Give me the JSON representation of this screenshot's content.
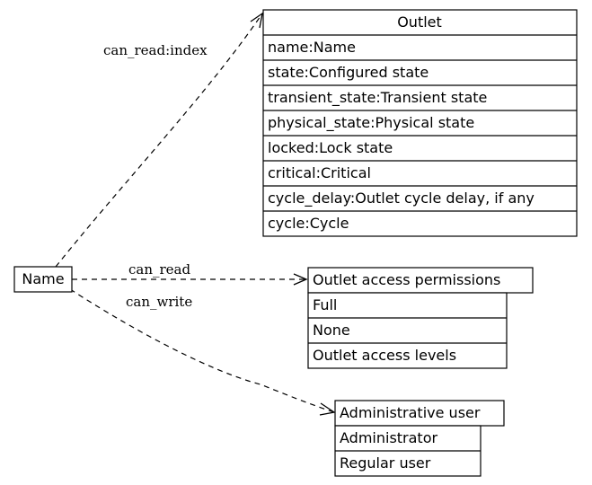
{
  "source_node": {
    "label": "Name"
  },
  "tables": {
    "outlet": {
      "header": "Outlet",
      "rows": [
        "name:Name",
        "state:Configured state",
        "transient_state:Transient state",
        "physical_state:Physical state",
        "locked:Lock state",
        "critical:Critical",
        "cycle_delay:Outlet cycle delay, if any",
        "cycle:Cycle"
      ]
    },
    "permissions": {
      "header": "Outlet access permissions",
      "rows": [
        "Full",
        "None",
        "Outlet access levels"
      ]
    },
    "admin": {
      "header": "Administrative user",
      "rows": [
        "Administrator",
        "Regular user"
      ]
    }
  },
  "edges": {
    "read_index": {
      "label": "can_read:index"
    },
    "read": {
      "label": "can_read"
    },
    "write": {
      "label": "can_write"
    }
  }
}
